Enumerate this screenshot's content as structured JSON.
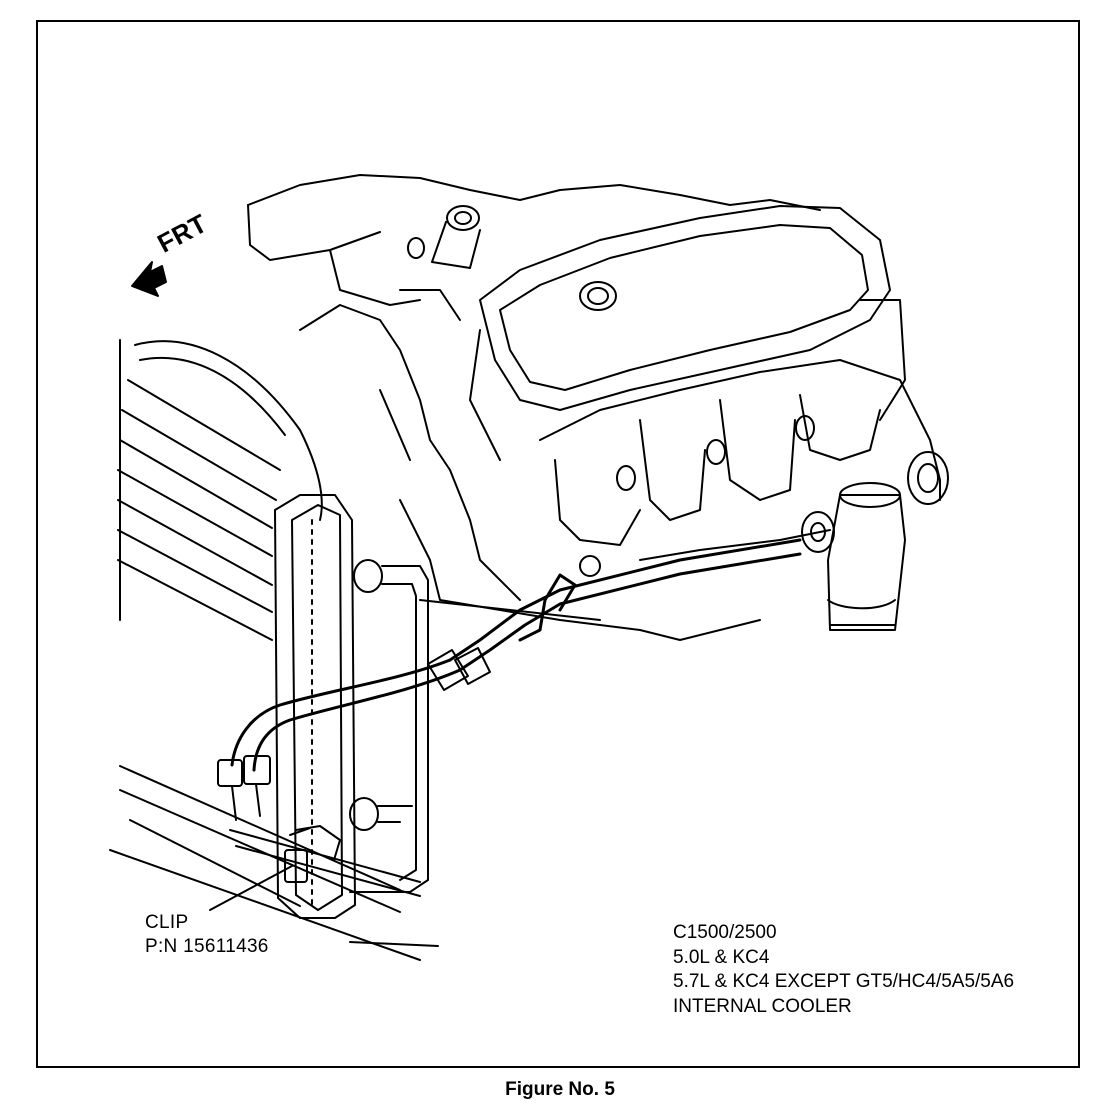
{
  "direction_label": "FRT",
  "callout": {
    "line1": "CLIP",
    "line2": "P:N 15611436"
  },
  "application_note": {
    "line1": "C1500/2500",
    "line2": "5.0L & KC4",
    "line3": "5.7L & KC4 EXCEPT GT5/HC4/5A5/5A6",
    "line4": "INTERNAL COOLER"
  },
  "caption": "Figure No. 5"
}
